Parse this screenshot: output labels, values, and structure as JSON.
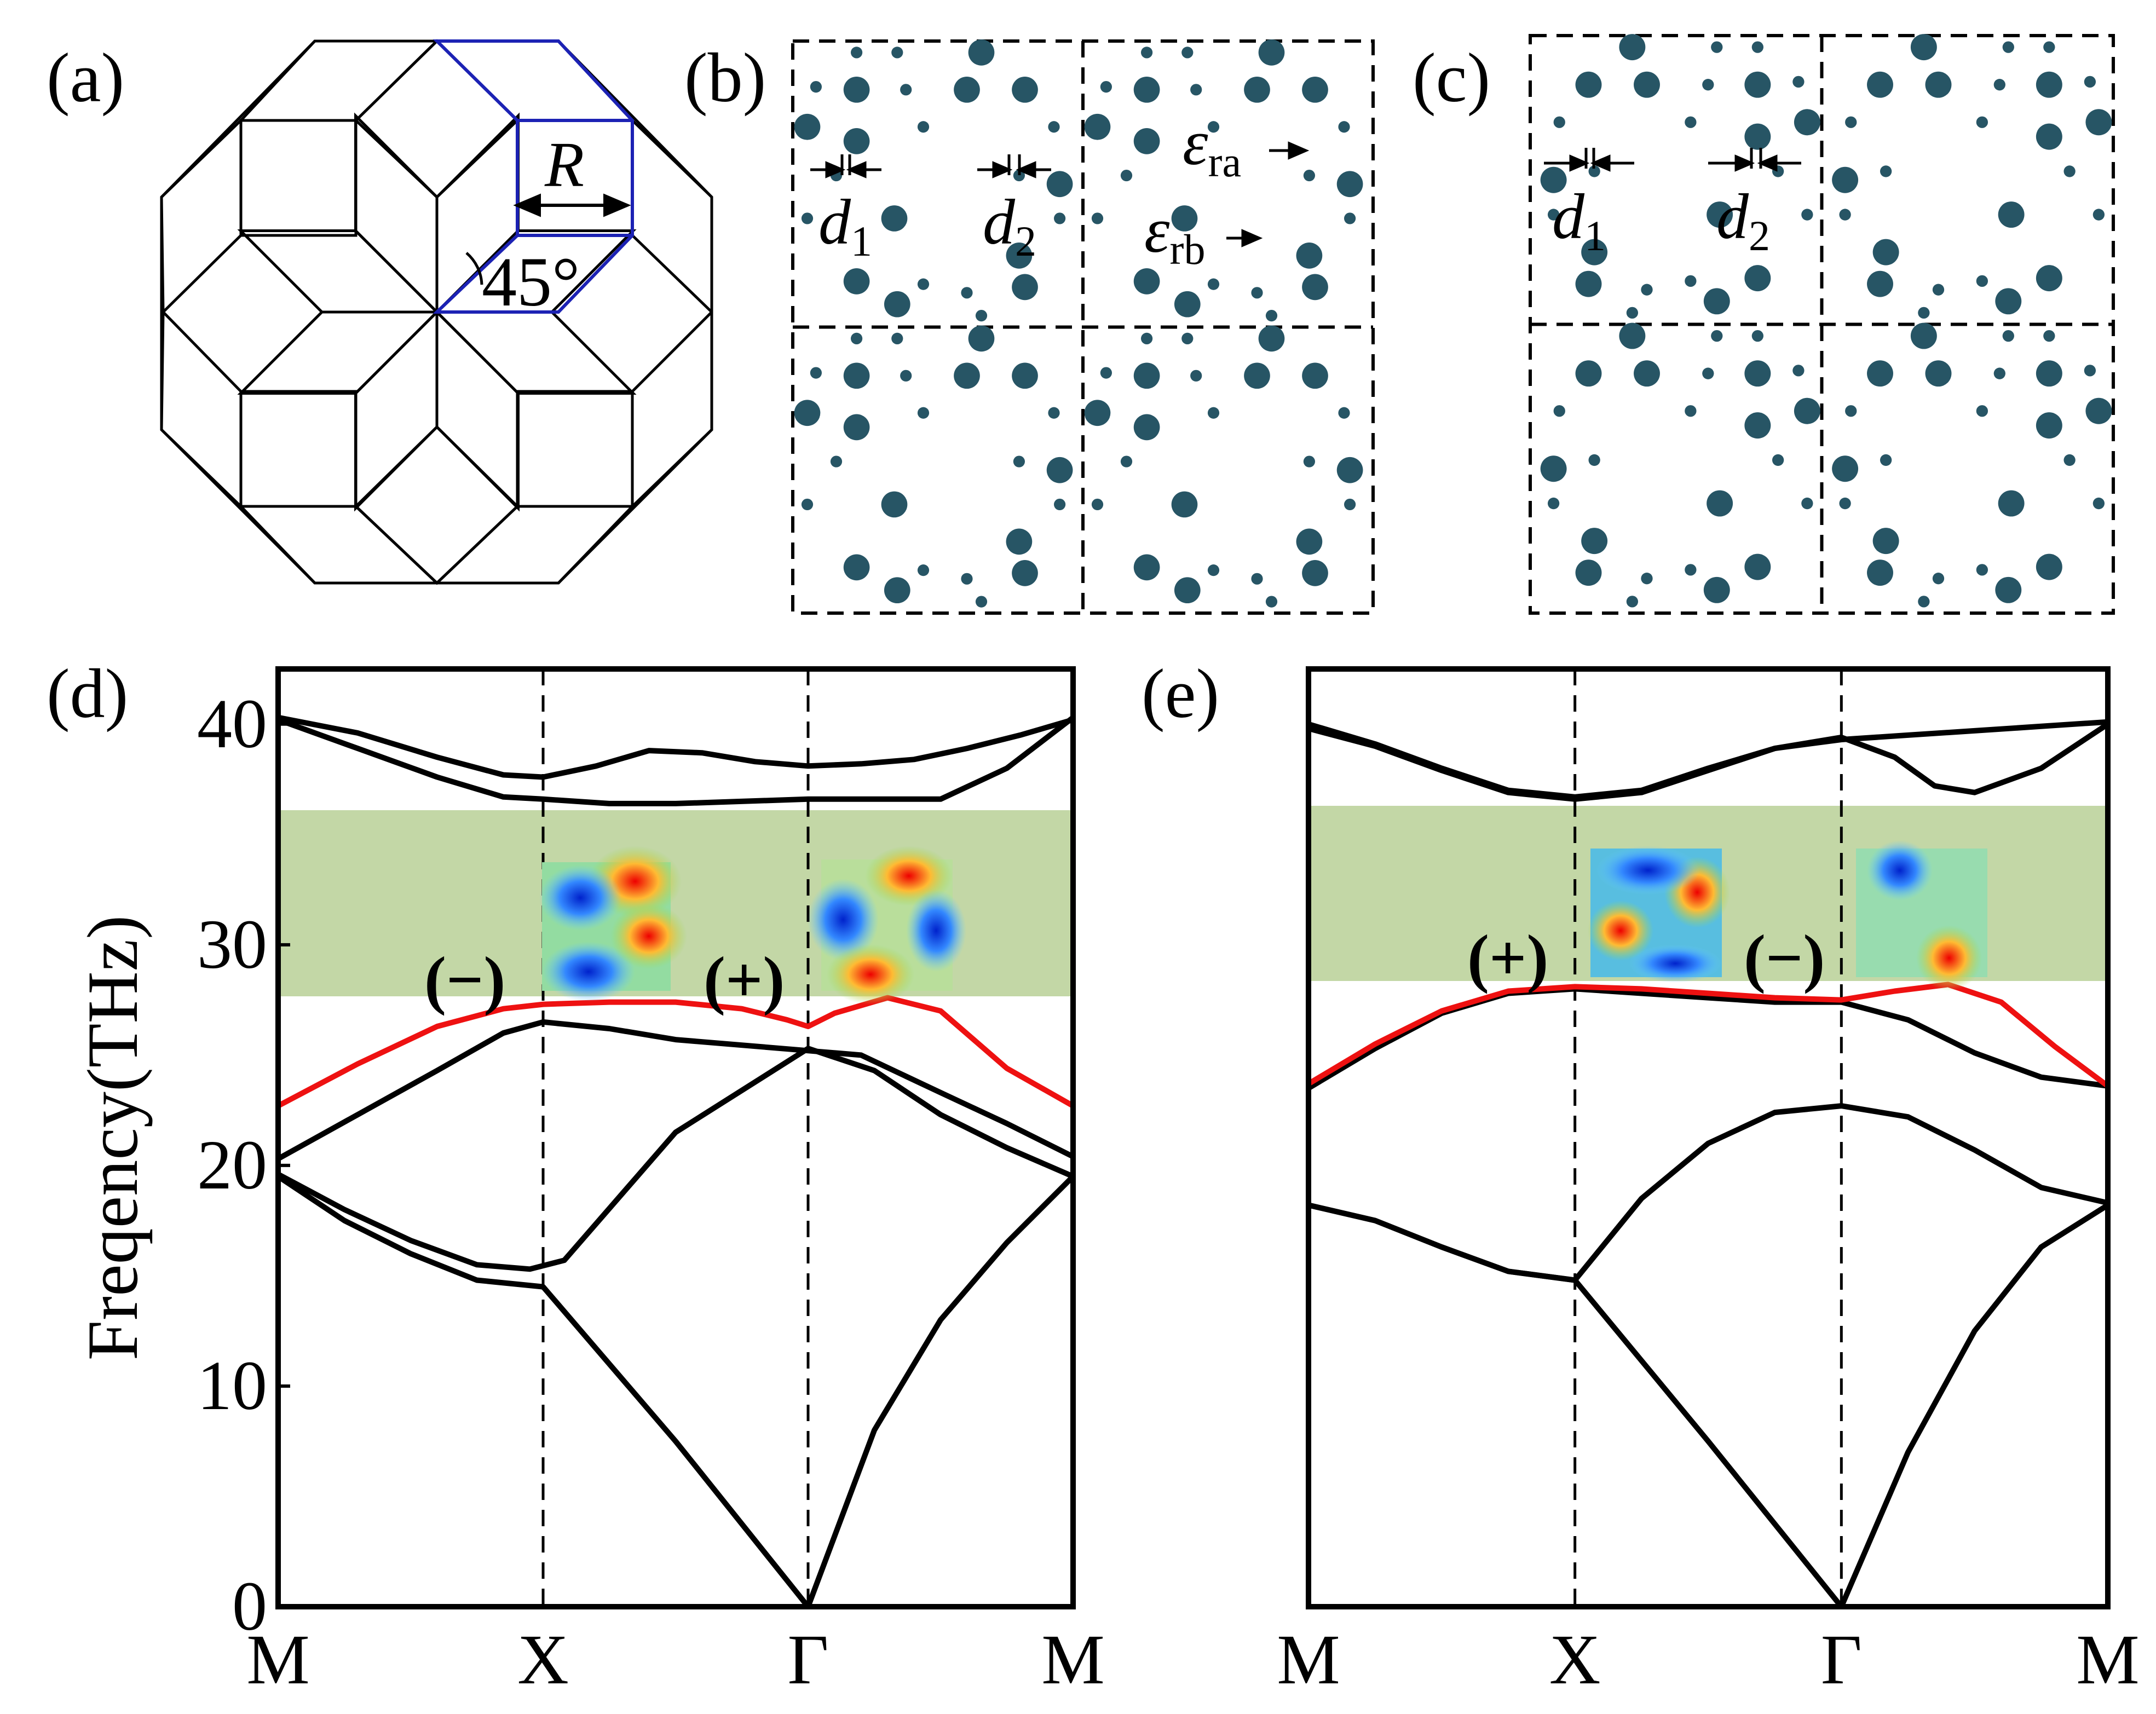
{
  "panels": {
    "a": {
      "label": "(a)",
      "length_label": "R",
      "angle_label": "45°"
    },
    "b": {
      "label": "(b)",
      "d1": {
        "letter": "d",
        "sub": "1"
      },
      "d2": {
        "letter": "d",
        "sub": "2"
      },
      "eps_a": {
        "letter": "ε",
        "sub": "ra"
      },
      "eps_b": {
        "letter": "ε",
        "sub": "rb"
      }
    },
    "c": {
      "label": "(c)",
      "d1": {
        "letter": "d",
        "sub": "1"
      },
      "d2": {
        "letter": "d",
        "sub": "2"
      }
    },
    "d": {
      "label": "(d)",
      "parity_left": "(−)",
      "parity_right": "(+)"
    },
    "e": {
      "label": "(e)",
      "parity_left": "(+)",
      "parity_right": "(−)"
    }
  },
  "colors": {
    "rod": "#275565",
    "tiling_blue": "#1c22b4",
    "gap": "#c3d7a6",
    "highlight_band": "#ee1111",
    "band": "#000000"
  },
  "chart_data": [
    {
      "type": "line",
      "panel": "d",
      "ylabel": "Freqency(THz)",
      "xlabel": "",
      "x_ticks": [
        "M",
        "X",
        "Γ",
        "M"
      ],
      "y_ticks": [
        "0",
        "10",
        "20",
        "30",
        "40"
      ],
      "ylim": [
        0,
        42.5
      ],
      "x_positions": [
        0,
        1,
        2,
        3
      ],
      "band_gap": [
        27.8,
        36.0
      ],
      "highlight_series": 3,
      "series": [
        {
          "x": [
            0,
            0.25,
            0.5,
            0.75,
            1,
            1.5,
            2,
            2.25,
            2.5,
            2.75,
            3
          ],
          "y": [
            19.5,
            17.5,
            16.0,
            14.8,
            14.5,
            7.5,
            0,
            8,
            13,
            16.5,
            19.5
          ]
        },
        {
          "x": [
            0,
            0.25,
            0.5,
            0.75,
            0.95,
            1.08,
            1.5,
            2,
            2.25,
            2.5,
            2.75,
            3
          ],
          "y": [
            19.6,
            18.0,
            16.6,
            15.5,
            15.3,
            15.7,
            21.5,
            25.3,
            24.3,
            22.3,
            20.8,
            19.5
          ]
        },
        {
          "x": [
            0,
            0.3,
            0.6,
            0.85,
            1,
            1.25,
            1.5,
            2,
            2.2,
            2.5,
            2.75,
            3
          ],
          "y": [
            20.3,
            22.3,
            24.3,
            26.0,
            26.5,
            26.2,
            25.7,
            25.2,
            25.0,
            23.3,
            21.9,
            20.4
          ]
        },
        {
          "x": [
            0,
            0.3,
            0.6,
            0.85,
            1,
            1.25,
            1.5,
            1.75,
            1.92,
            2,
            2.1,
            2.3,
            2.5,
            2.75,
            3
          ],
          "y": [
            22.7,
            24.6,
            26.3,
            27.1,
            27.3,
            27.4,
            27.4,
            27.1,
            26.6,
            26.3,
            26.9,
            27.6,
            27.0,
            24.4,
            22.7
          ]
        },
        {
          "x": [
            0,
            0.3,
            0.6,
            0.85,
            1,
            1.25,
            1.5,
            2,
            2.5,
            2.75,
            3
          ],
          "y": [
            40.2,
            38.9,
            37.6,
            36.7,
            36.6,
            36.4,
            36.4,
            36.6,
            36.6,
            38.0,
            40.3
          ]
        },
        {
          "x": [
            0,
            0.3,
            0.6,
            0.85,
            1,
            1.2,
            1.4,
            1.6,
            1.8,
            2,
            2.2,
            2.4,
            2.6,
            2.8,
            3
          ],
          "y": [
            40.3,
            39.6,
            38.5,
            37.7,
            37.6,
            38.1,
            38.8,
            38.7,
            38.3,
            38.1,
            38.2,
            38.4,
            38.9,
            39.5,
            40.2
          ]
        }
      ]
    },
    {
      "type": "line",
      "panel": "e",
      "ylabel": "",
      "xlabel": "",
      "x_ticks": [
        "M",
        "X",
        "Γ",
        "M"
      ],
      "y_ticks": [],
      "ylim": [
        0,
        42.5
      ],
      "x_positions": [
        0,
        1,
        2,
        3
      ],
      "band_gap": [
        28.4,
        36.3
      ],
      "highlight_series": 3,
      "series": [
        {
          "x": [
            0,
            0.25,
            0.5,
            0.75,
            1,
            1.5,
            2,
            2.25,
            2.5,
            2.75,
            3
          ],
          "y": [
            18.2,
            17.5,
            16.3,
            15.2,
            14.8,
            7.5,
            0,
            7,
            12.5,
            16.3,
            18.2
          ]
        },
        {
          "x": [
            0,
            0.25,
            0.5,
            0.75,
            1,
            1.25,
            1.5,
            1.75,
            2,
            2.25,
            2.5,
            2.75,
            3
          ],
          "y": [
            18.2,
            17.5,
            16.3,
            15.2,
            14.8,
            18.5,
            21.0,
            22.4,
            22.7,
            22.2,
            20.7,
            19.0,
            18.3
          ]
        },
        {
          "x": [
            0,
            0.25,
            0.5,
            0.75,
            1,
            1.25,
            1.5,
            1.75,
            2,
            2.25,
            2.5,
            2.75,
            3
          ],
          "y": [
            23.5,
            25.3,
            26.9,
            27.8,
            28.0,
            27.8,
            27.6,
            27.4,
            27.4,
            26.6,
            25.1,
            24.0,
            23.6
          ]
        },
        {
          "x": [
            0,
            0.25,
            0.5,
            0.75,
            1,
            1.25,
            1.5,
            1.75,
            2,
            2.2,
            2.4,
            2.6,
            2.8,
            3
          ],
          "y": [
            23.7,
            25.5,
            27.0,
            27.9,
            28.1,
            28.0,
            27.8,
            27.6,
            27.5,
            27.9,
            28.2,
            27.4,
            25.4,
            23.6
          ]
        },
        {
          "x": [
            0,
            0.25,
            0.5,
            0.75,
            1,
            1.25,
            1.5,
            1.75,
            2,
            2.2,
            2.35,
            2.5,
            2.75,
            3
          ],
          "y": [
            39.8,
            39.0,
            37.9,
            36.9,
            36.6,
            36.9,
            37.9,
            38.9,
            39.4,
            38.5,
            37.2,
            36.9,
            38.0,
            40.0
          ]
        },
        {
          "x": [
            0,
            0.25,
            0.5,
            0.75,
            1,
            1.25,
            1.5,
            1.75,
            2,
            2.25,
            2.5,
            2.75,
            3
          ],
          "y": [
            40.0,
            39.1,
            38.0,
            37.0,
            36.7,
            37.0,
            38.0,
            38.9,
            39.3,
            39.5,
            39.7,
            39.9,
            40.1
          ]
        }
      ]
    }
  ]
}
